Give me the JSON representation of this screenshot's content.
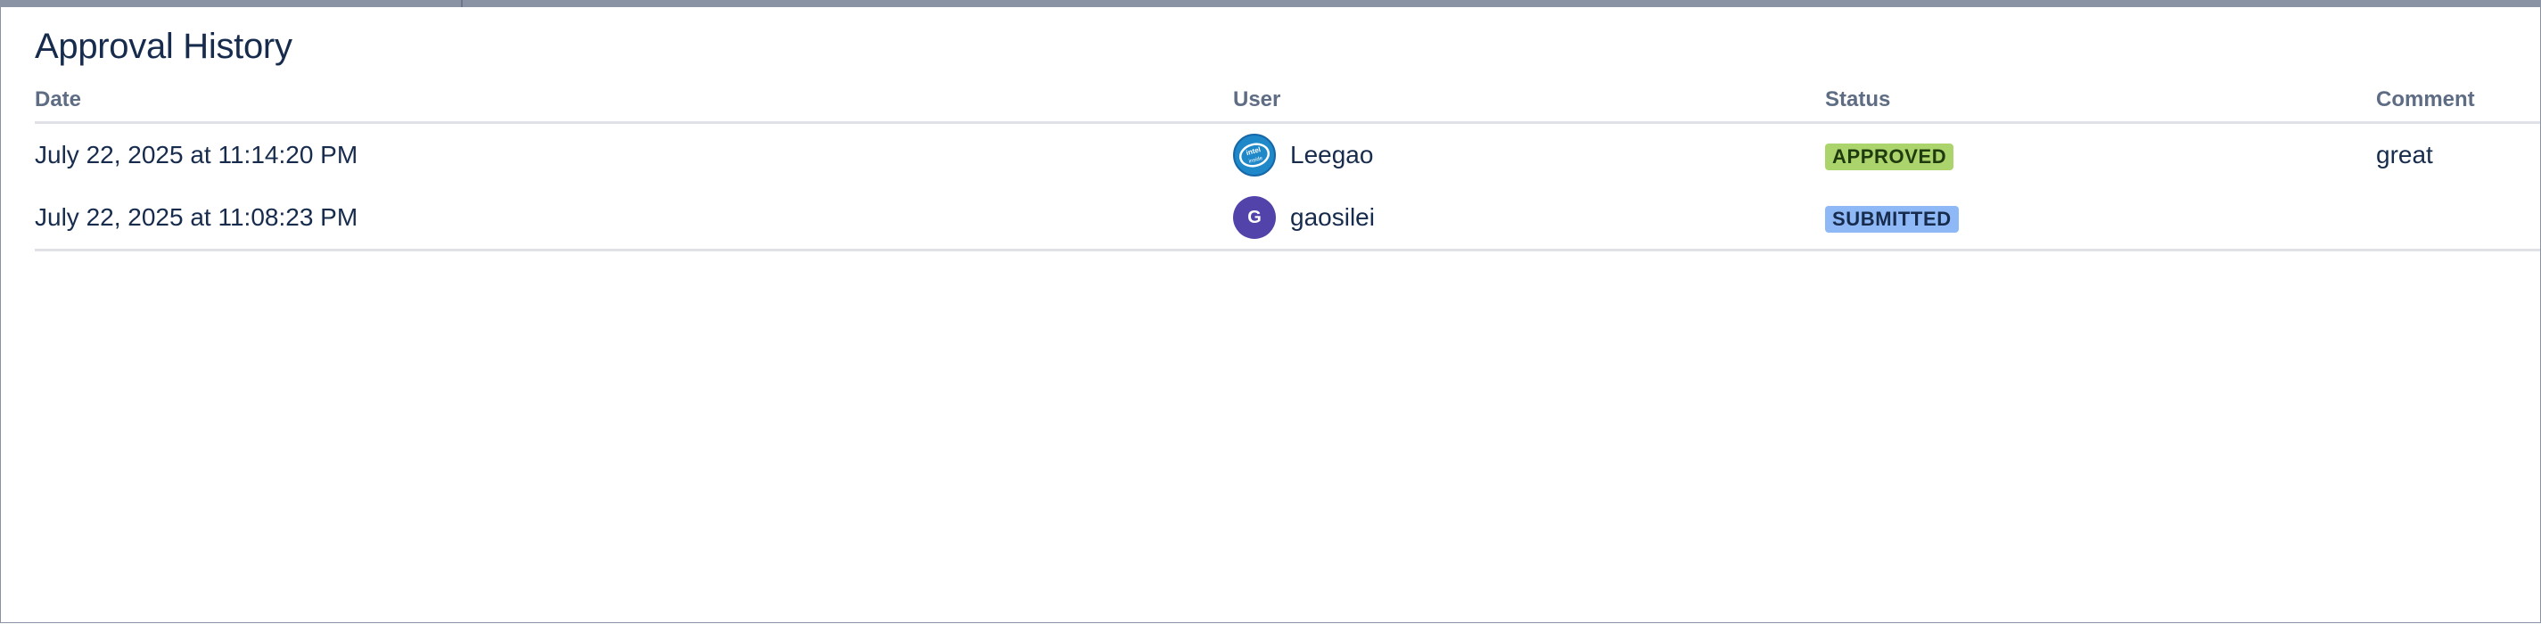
{
  "page": {
    "title": "Approval History"
  },
  "table": {
    "headers": {
      "date": "Date",
      "user": "User",
      "status": "Status",
      "comment": "Comment"
    },
    "rows": [
      {
        "date": "July 22, 2025 at 11:14:20 PM",
        "user": "Leegao",
        "avatar_type": "image",
        "avatar_letter": "",
        "status": "APPROVED",
        "status_color": "#abd56c",
        "comment": "great"
      },
      {
        "date": "July 22, 2025 at 11:08:23 PM",
        "user": "gaosilei",
        "avatar_type": "letter",
        "avatar_letter": "G",
        "status": "SUBMITTED",
        "status_color": "#8fb8f6",
        "comment": ""
      }
    ]
  },
  "colors": {
    "text": "#172b4d",
    "header_text": "#5e6c84",
    "avatar_letter_bg": "#5243aa",
    "avatar_image_bg": "#1e88c8",
    "border": "#dfe1e6"
  }
}
